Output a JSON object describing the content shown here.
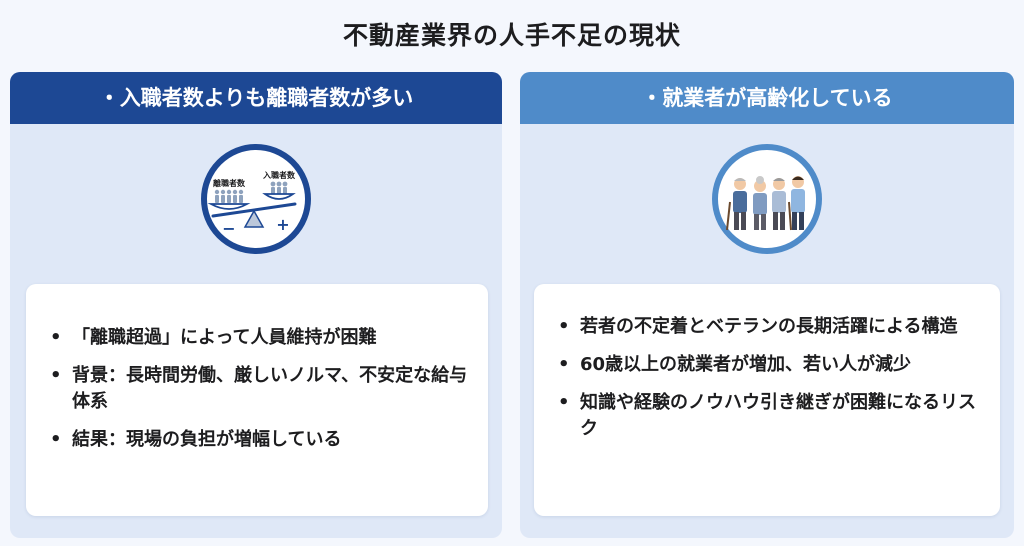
{
  "title": "不動産業界の人手不足の現状",
  "left": {
    "header": "・入職者数よりも離職者数が多い",
    "icon": {
      "name": "seesaw-balance-icon",
      "left_label": "離職者数",
      "right_label": "入職者数",
      "minus": "−",
      "plus": "+"
    },
    "items": [
      "「離職超過」によって人員維持が困難",
      "背景：長時間労働、厳しいノルマ、不安定な給与体系",
      "結果：現場の負担が増幅している"
    ]
  },
  "right": {
    "header": "・就業者が高齢化している",
    "icon": {
      "name": "elderly-workers-icon"
    },
    "items": [
      "若者の不定着とベテランの長期活躍による構造",
      "60歳以上の就業者が増加、若い人が減少",
      "知識や経験のノウハウ引き継ぎが困難になるリスク"
    ]
  },
  "colors": {
    "primary_dark": "#1d4894",
    "primary_light": "#4f8bc9",
    "panel_bg": "#dfe8f7"
  }
}
